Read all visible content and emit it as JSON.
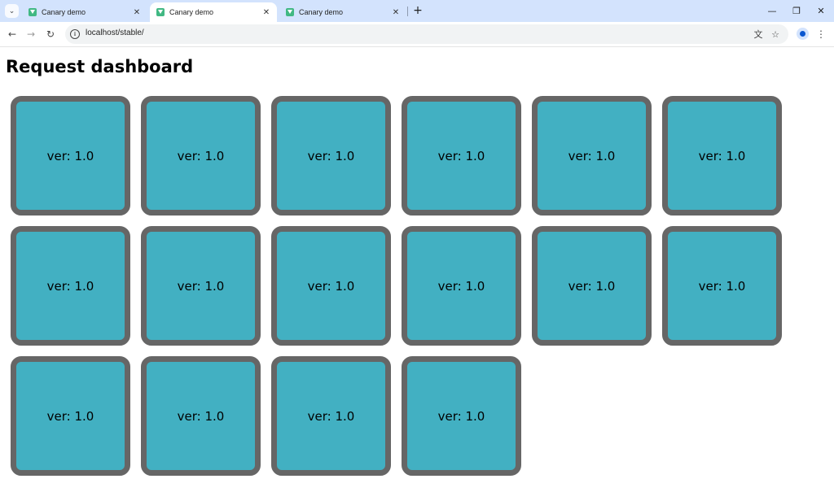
{
  "browser": {
    "tabs": [
      {
        "title": "Canary demo",
        "active": false
      },
      {
        "title": "Canary demo",
        "active": true
      },
      {
        "title": "Canary demo",
        "active": false
      }
    ],
    "url": "localhost/stable/"
  },
  "page": {
    "title": "Request dashboard",
    "cards": [
      {
        "label": "ver: 1.0"
      },
      {
        "label": "ver: 1.0"
      },
      {
        "label": "ver: 1.0"
      },
      {
        "label": "ver: 1.0"
      },
      {
        "label": "ver: 1.0"
      },
      {
        "label": "ver: 1.0"
      },
      {
        "label": "ver: 1.0"
      },
      {
        "label": "ver: 1.0"
      },
      {
        "label": "ver: 1.0"
      },
      {
        "label": "ver: 1.0"
      },
      {
        "label": "ver: 1.0"
      },
      {
        "label": "ver: 1.0"
      },
      {
        "label": "ver: 1.0"
      },
      {
        "label": "ver: 1.0"
      },
      {
        "label": "ver: 1.0"
      },
      {
        "label": "ver: 1.0"
      }
    ]
  },
  "colors": {
    "card_fill": "#42b0c2",
    "card_border": "#666666",
    "tabstrip": "#d3e3fd",
    "favicon": "#41b883"
  }
}
